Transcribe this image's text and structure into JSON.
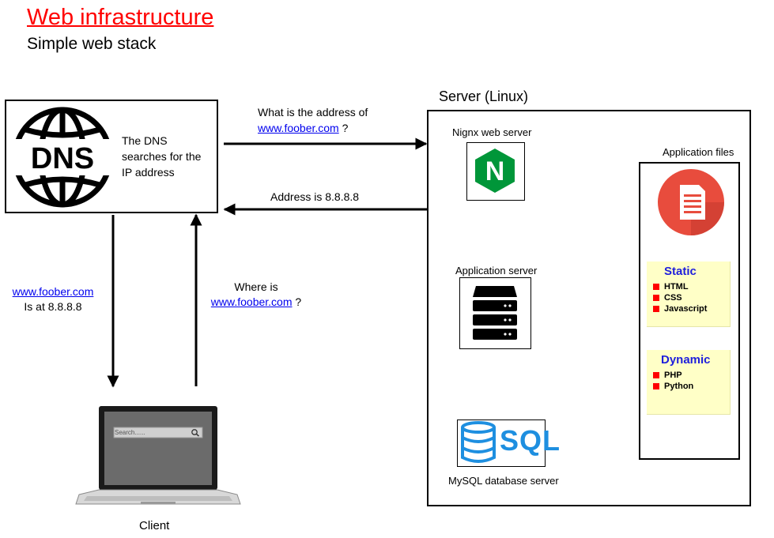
{
  "header": {
    "title": "Web infrastructure",
    "subtitle": "Simple web stack"
  },
  "dns": {
    "icon_text": "DNS",
    "description_line1": "The DNS",
    "description_line2": "searches for the",
    "description_line3": "IP address"
  },
  "messages": {
    "query_line1": "What is the address of",
    "query_link": "www.foober.com",
    "query_suffix": "?",
    "reply": "Address is 8.8.8.8",
    "client_query_line1": "Where is",
    "client_query_link": "www.foober.com",
    "client_query_suffix": "?",
    "dns_reply_link": "www.foober.com",
    "dns_reply_line2": "Is at 8.8.8.8"
  },
  "server": {
    "title": "Server (Linux)",
    "nginx_label": "Nignx web server",
    "nginx_letter": "N",
    "app_server_label": "Application server",
    "db_label": "MySQL database server",
    "sql_text": "SQL"
  },
  "app_files": {
    "title": "Application files",
    "static": {
      "title": "Static",
      "items": [
        "HTML",
        "CSS",
        "Javascript"
      ]
    },
    "dynamic": {
      "title": "Dynamic",
      "items": [
        "PHP",
        "Python"
      ]
    }
  },
  "client": {
    "label": "Client",
    "search_placeholder": "Search......"
  },
  "colors": {
    "title_red": "#ff0000",
    "link_blue": "#0000ee",
    "nginx_green": "#009639",
    "file_icon_red": "#e84c3d",
    "sql_blue": "#1e8fe0",
    "panel_yellow": "#ffffc7",
    "panel_title_blue": "#1e1edc"
  }
}
